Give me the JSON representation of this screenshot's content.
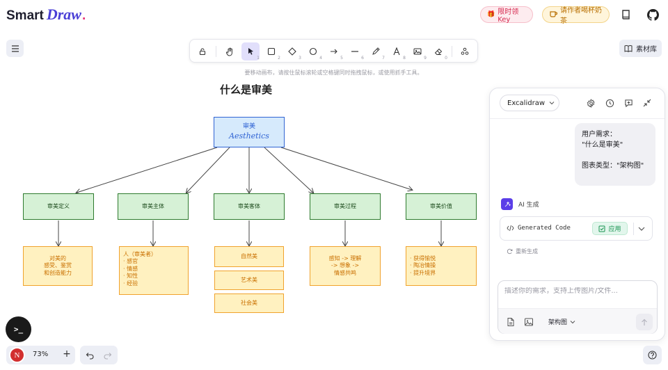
{
  "header": {
    "logo_prefix": "Smart",
    "logo_suffix": "Draw",
    "logo_dot": ".",
    "key_pill": "限时领 Key",
    "tea_pill": "请作者喝杯奶茶"
  },
  "toolbar": {
    "tools": [
      {
        "name": "lock",
        "num": ""
      },
      {
        "name": "hand",
        "num": ""
      },
      {
        "name": "select",
        "num": "1"
      },
      {
        "name": "rectangle",
        "num": "2"
      },
      {
        "name": "diamond",
        "num": "3"
      },
      {
        "name": "ellipse",
        "num": "4"
      },
      {
        "name": "arrow",
        "num": "5"
      },
      {
        "name": "line",
        "num": "6"
      },
      {
        "name": "pencil",
        "num": "7"
      },
      {
        "name": "text",
        "num": "8"
      },
      {
        "name": "image",
        "num": "9"
      },
      {
        "name": "eraser",
        "num": "0"
      },
      {
        "name": "more",
        "num": ""
      }
    ],
    "hint": "要移动画布，请按住鼠标滚轮或空格键同时拖拽鼠标，或使用抓手工具。"
  },
  "library_button": "素材库",
  "diagram": {
    "title": "什么是审美",
    "root_cn": "审美",
    "root_en": "Aesthetics",
    "categories": [
      "审美定义",
      "审美主体",
      "审美客体",
      "审美过程",
      "审美价值"
    ],
    "leaves": {
      "definition": [
        "对美的",
        "感受、鉴赏",
        "和创造能力"
      ],
      "subject": [
        "人（审美者）",
        "· 感官",
        "· 情感",
        "· 知性",
        "· 经验"
      ],
      "object": [
        "自然美",
        "艺术美",
        "社会美"
      ],
      "process": [
        "感知 -> 理解",
        "-> 想象 ->",
        "情感共鸣"
      ],
      "value": [
        "· 获得愉悦",
        "· 陶冶情操",
        "· 提升境界"
      ]
    }
  },
  "panel": {
    "model": "Excalidraw",
    "user_message": {
      "line1": "用户需求：",
      "line2": "\"什么是审美\"",
      "line3": "图表类型：\"架构图\""
    },
    "ai_label": "AI 生成",
    "code_label": "Generated Code",
    "apply_label": "应用",
    "regenerate": "重新生成",
    "input_placeholder": "描述你的需求，支持上传图片/文件...",
    "diagram_type": "架构图"
  },
  "bottom": {
    "avatar_letter": "N",
    "zoom": "73%",
    "zoom_plus": "+",
    "terminal": ">_"
  }
}
